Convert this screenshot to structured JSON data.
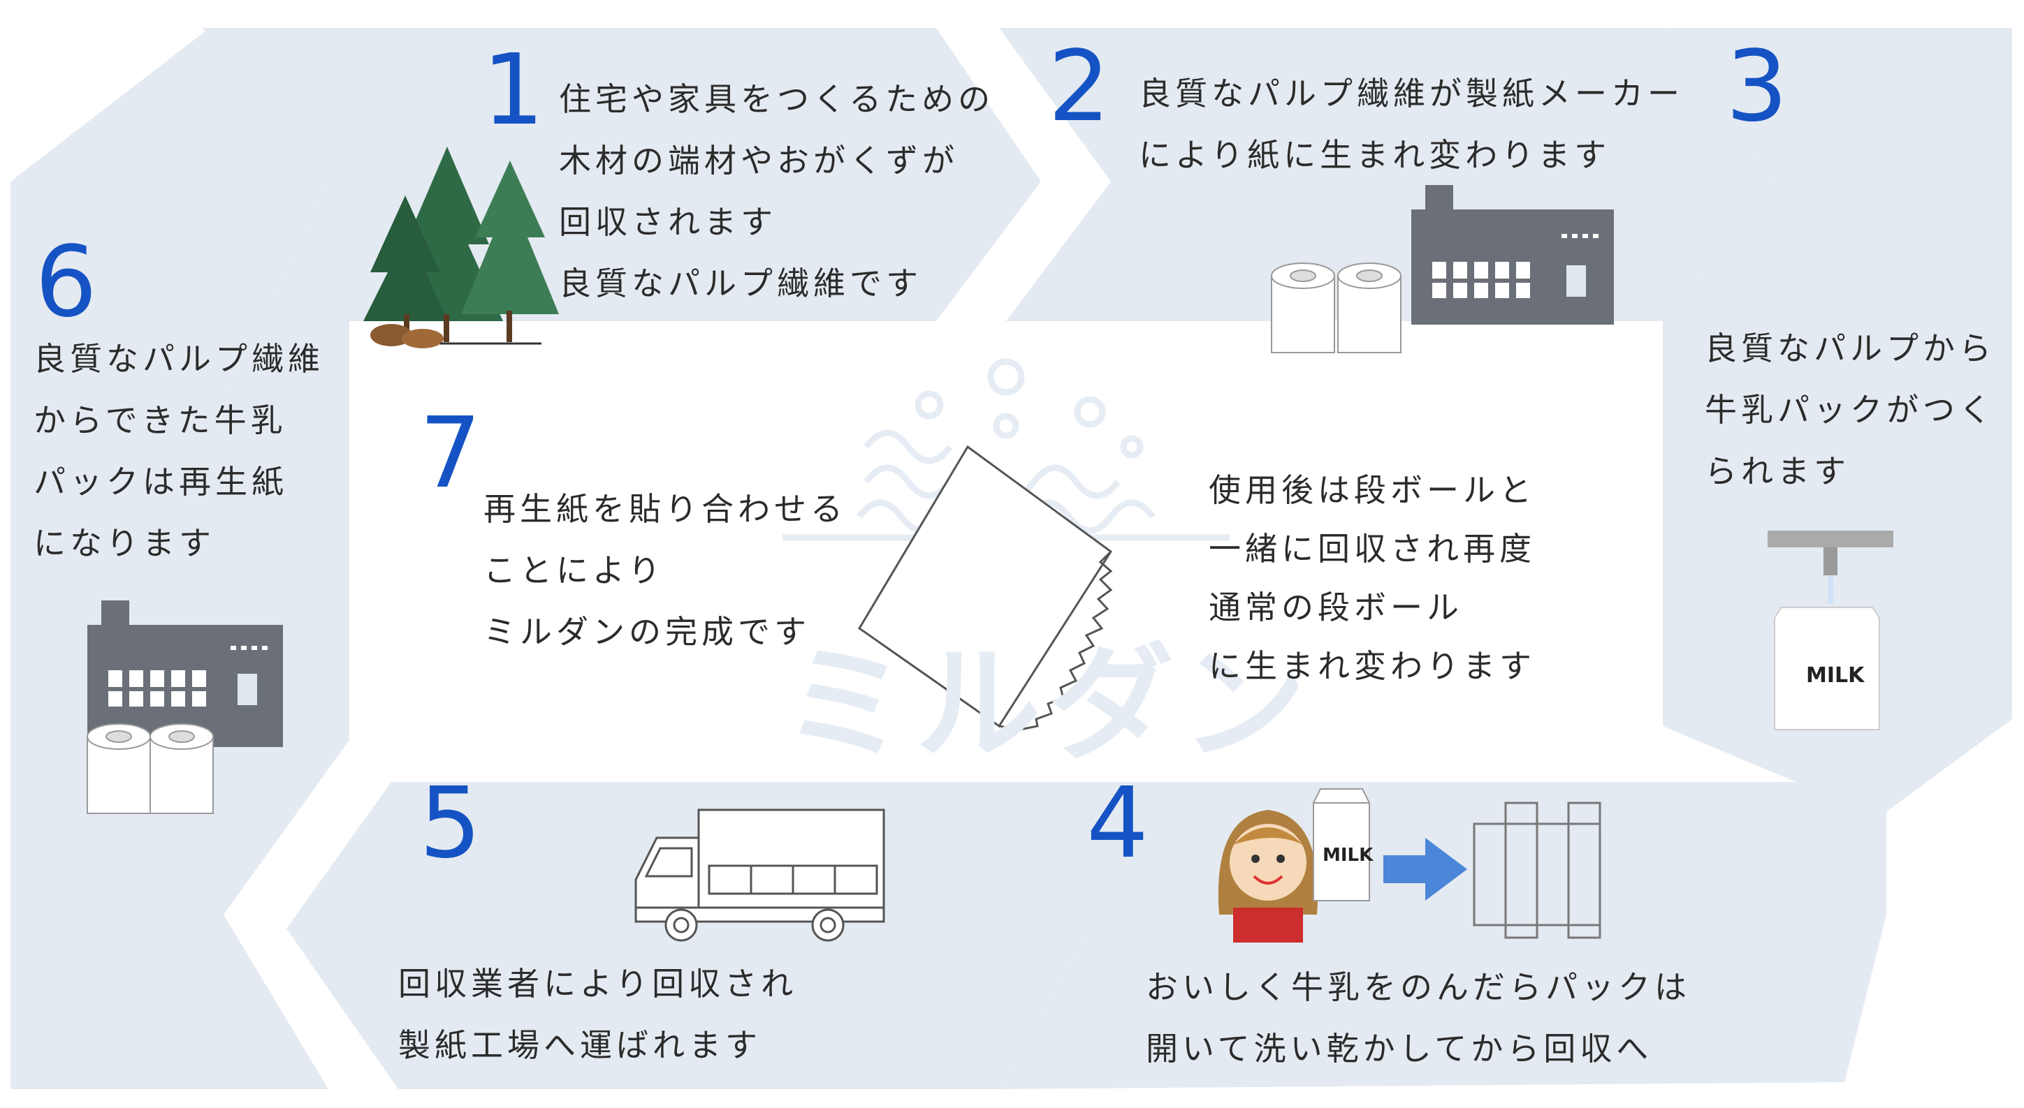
{
  "steps": [
    {
      "number": "1",
      "lines": [
        "住宅や家具をつくるための",
        "木材の端材やおがくずが",
        "回収されます",
        "良質なパルプ繊維です"
      ]
    },
    {
      "number": "2",
      "lines": [
        "良質なパルプ繊維が製紙メーカー",
        "により紙に生まれ変わります"
      ]
    },
    {
      "number": "3",
      "lines": [
        "良質なパルプから",
        "牛乳パックがつく",
        "られます"
      ]
    },
    {
      "number": "4",
      "lines": [
        "おいしく牛乳をのんだらパックは",
        "開いて洗い乾かしてから回収へ"
      ]
    },
    {
      "number": "5",
      "lines": [
        "回収業者により回収され",
        "製紙工場へ運ばれます"
      ]
    },
    {
      "number": "6",
      "lines": [
        "良質なパルプ繊維",
        "からできた牛乳",
        "パックは再生紙",
        "になります"
      ]
    },
    {
      "number": "7",
      "lines_left": [
        "再生紙を貼り合わせる",
        "ことにより",
        "ミルダンの完成です"
      ],
      "lines_right": [
        "使用後は段ボールと",
        "一緒に回収され再度",
        "通常の段ボール",
        "に生まれ変わります"
      ]
    }
  ],
  "watermark": "ミルダン",
  "carton_label": "MILK",
  "colors": {
    "band": "#e4eaf1",
    "number": "#1553c4",
    "gray": "#6b7078",
    "arrow": "#4b86d8"
  }
}
